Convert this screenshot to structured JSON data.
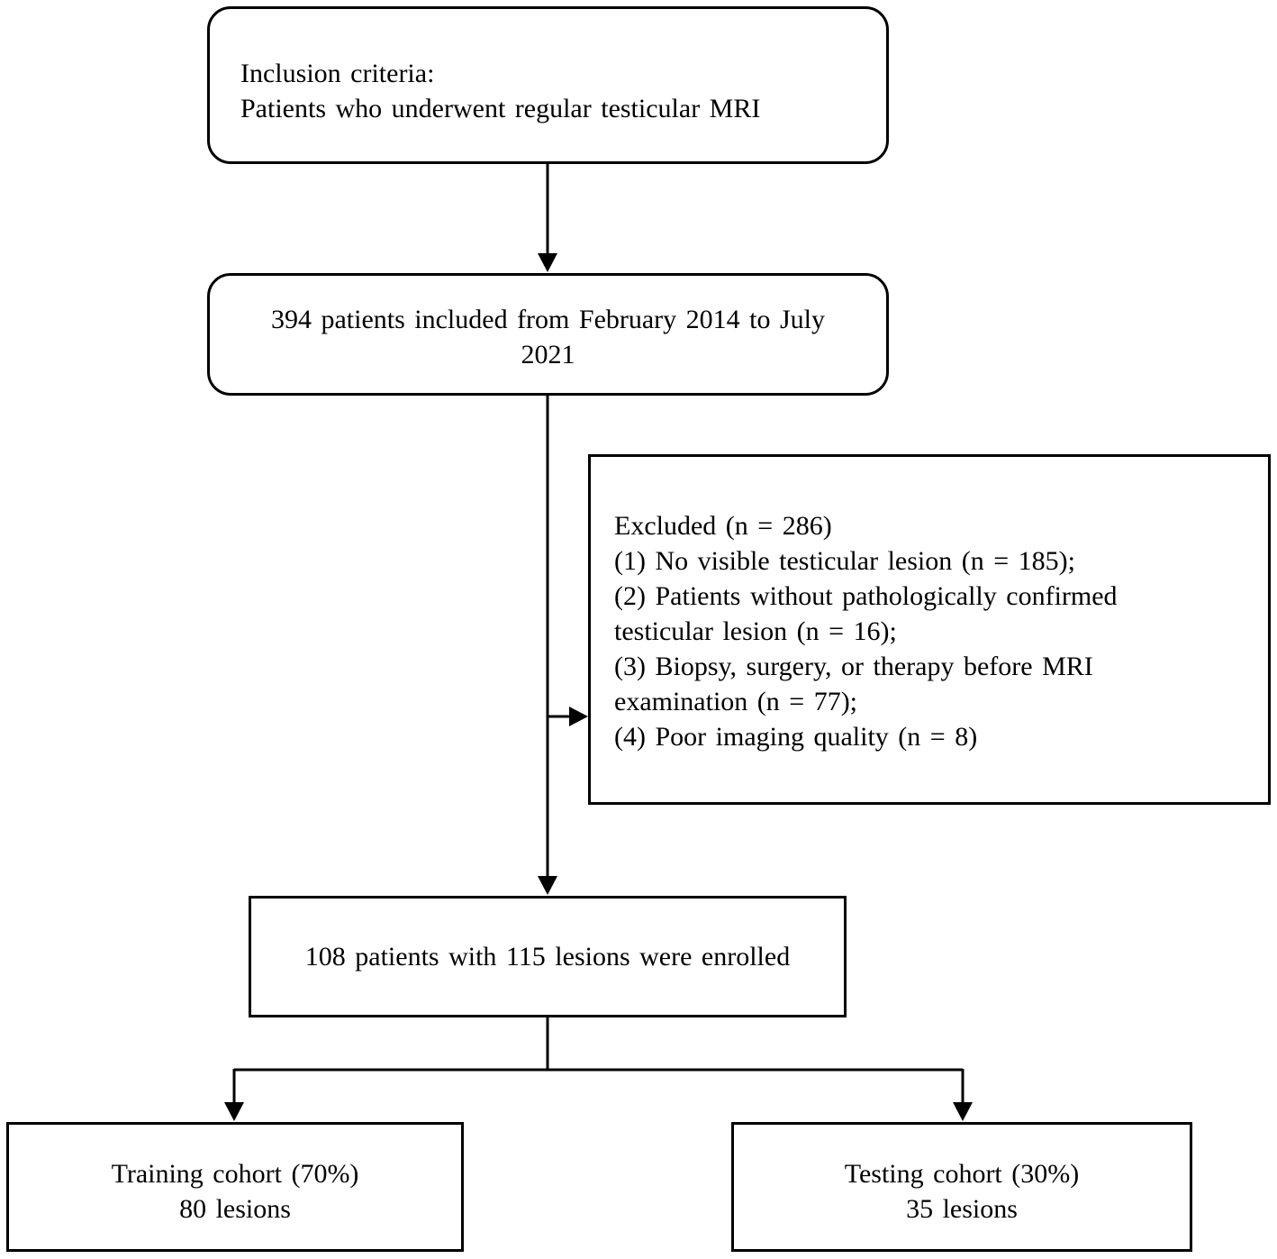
{
  "flowchart": {
    "inclusion": {
      "line1": "Inclusion criteria:",
      "line2": "Patients who underwent regular testicular MRI"
    },
    "included": {
      "line1": "394 patients included from February 2014 to July",
      "line2": "2021"
    },
    "excluded": {
      "heading": "Excluded (n = 286)",
      "items": [
        "(1) No visible testicular lesion (n = 185);",
        "(2) Patients without pathologically confirmed",
        "testicular lesion (n = 16);",
        "(3) Biopsy, surgery, or therapy before MRI",
        "examination (n = 77);",
        "(4) Poor imaging quality (n = 8)"
      ]
    },
    "enrolled": {
      "text": "108 patients with 115 lesions were enrolled"
    },
    "training": {
      "line1": "Training cohort (70%)",
      "line2": "80 lesions"
    },
    "testing": {
      "line1": "Testing cohort (30%)",
      "line2": "35 lesions"
    }
  }
}
